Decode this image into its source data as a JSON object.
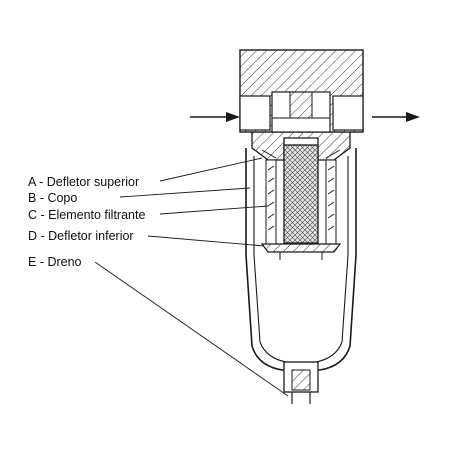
{
  "labels": [
    {
      "id": "A",
      "text": "A - Defletor superior"
    },
    {
      "id": "B",
      "text": "B - Copo"
    },
    {
      "id": "C",
      "text": "C - Elemento filtrante"
    },
    {
      "id": "D",
      "text": "D - Defletor inferior"
    },
    {
      "id": "E",
      "text": "E - Dreno"
    }
  ],
  "colors": {
    "line": "#1a1a1a",
    "background": "#ffffff",
    "element_fill": "#d8d8d8"
  }
}
